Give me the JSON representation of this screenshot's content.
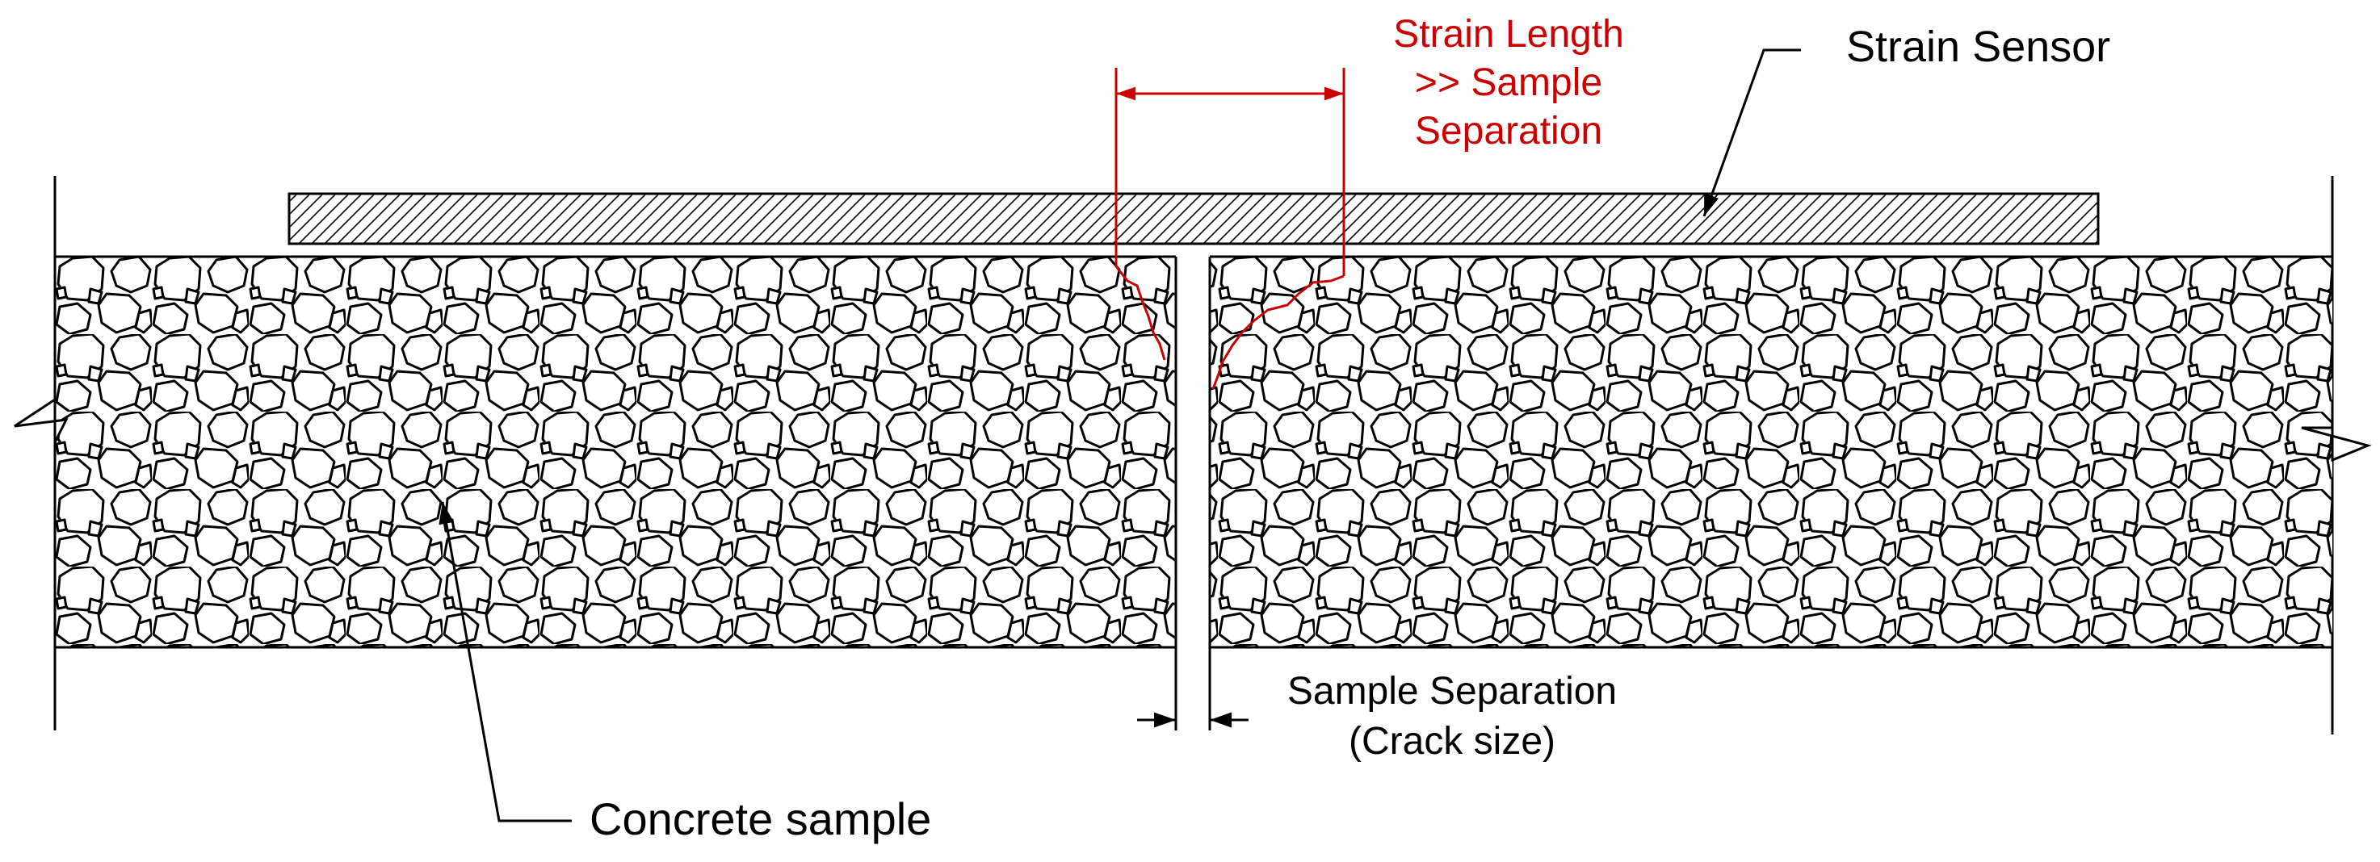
{
  "labels": {
    "strain_length": [
      "Strain Length",
      ">> Sample",
      "Separation"
    ],
    "strain_sensor": "Strain Sensor",
    "sample_separation": [
      "Sample Separation",
      "(Crack size)"
    ],
    "concrete_sample": "Concrete sample"
  },
  "colors": {
    "line": "#000000",
    "annotation": "#cc0000",
    "background": "#ffffff"
  }
}
